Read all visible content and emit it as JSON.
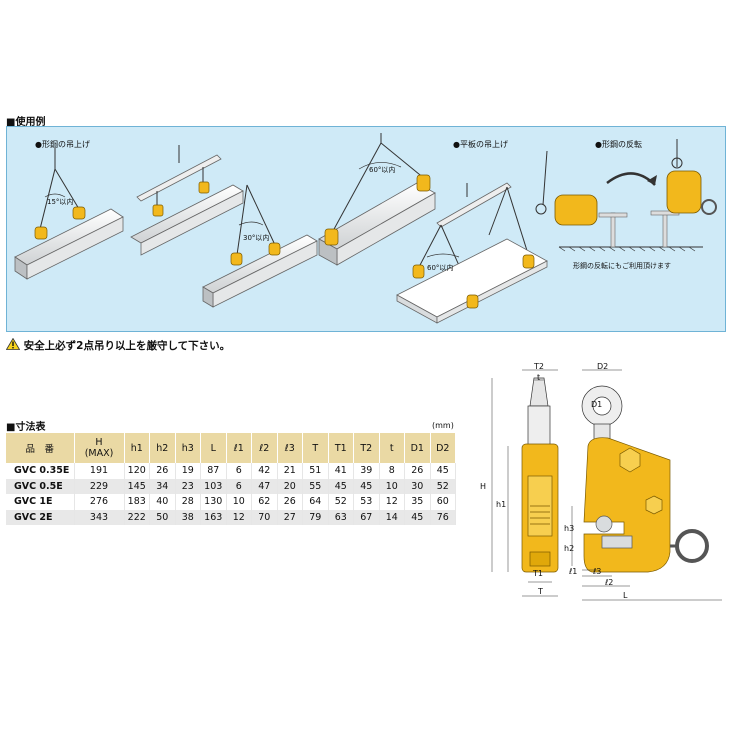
{
  "usage": {
    "heading": "■使用例",
    "captions": {
      "shape_lift": "●形鋼の吊上げ",
      "plate_lift": "●平板の吊上げ",
      "shape_flip": "●形鋼の反転",
      "angle_15": "15°以内",
      "angle_30": "30°以内",
      "angle_60a": "60°以内",
      "angle_60b": "60°以内",
      "flip_note": "形鋼の反転にもご利用頂けます"
    }
  },
  "warning": {
    "icon": "warning-icon",
    "text": "安全上必ず2点吊り以上を厳守して下さい。"
  },
  "dimensions": {
    "heading": "■寸法表",
    "unit": "(mm)",
    "headers": [
      "品　番",
      "H\n(MAX)",
      "h1",
      "h2",
      "h3",
      "L",
      "ℓ1",
      "ℓ2",
      "ℓ3",
      "T",
      "T1",
      "T2",
      "t",
      "D1",
      "D2"
    ],
    "rows": [
      [
        "GVC 0.35E",
        "191",
        "120",
        "26",
        "19",
        "87",
        "6",
        "42",
        "21",
        "51",
        "41",
        "39",
        "8",
        "26",
        "45"
      ],
      [
        "GVC 0.5E",
        "229",
        "145",
        "34",
        "23",
        "103",
        "6",
        "47",
        "20",
        "55",
        "45",
        "45",
        "10",
        "30",
        "52"
      ],
      [
        "GVC 1E",
        "276",
        "183",
        "40",
        "28",
        "130",
        "10",
        "62",
        "26",
        "64",
        "52",
        "53",
        "12",
        "35",
        "60"
      ],
      [
        "GVC 2E",
        "343",
        "222",
        "50",
        "38",
        "163",
        "12",
        "70",
        "27",
        "79",
        "63",
        "67",
        "14",
        "45",
        "76"
      ]
    ]
  },
  "drawing_labels": {
    "T2": "T2",
    "t": "t",
    "D2": "D2",
    "D1": "D1",
    "H": "H",
    "h1": "h1",
    "h2": "h2",
    "h3": "h3",
    "T1": "T1",
    "T": "T",
    "l1": "ℓ1",
    "l3": "ℓ3",
    "l2": "ℓ2",
    "L": "L"
  },
  "colors": {
    "clamp": "#f2b81c",
    "panel": "#cfeaf7",
    "header": "#ead9a4"
  }
}
